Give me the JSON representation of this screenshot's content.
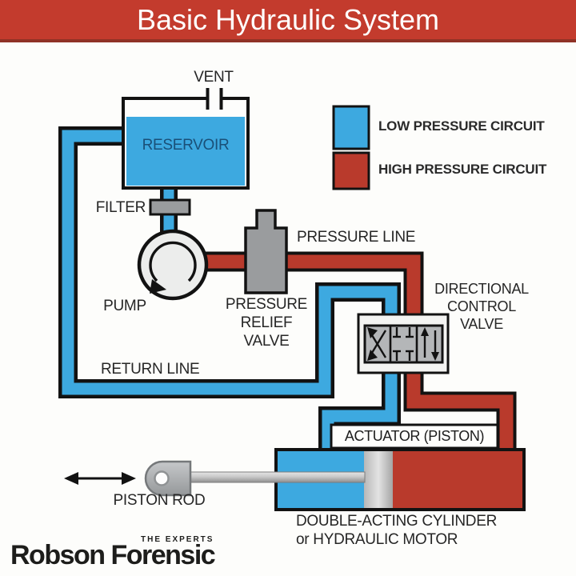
{
  "title": "Basic Hydraulic System",
  "legend": {
    "low": {
      "label": "LOW PRESSURE CIRCUIT",
      "color": "#3da9e0"
    },
    "high": {
      "label": "HIGH PRESSURE CIRCUIT",
      "color": "#b93a2c"
    }
  },
  "components": {
    "vent": "VENT",
    "reservoir": "RESERVOIR",
    "filter": "FILTER",
    "pump": "PUMP",
    "pressure_line": "PRESSURE LINE",
    "pressure_relief_valve": "PRESSURE RELIEF VALVE",
    "return_line": "RETURN LINE",
    "directional_control_valve": "DIRECTIONAL CONTROL VALVE",
    "actuator": "ACTUATOR (PISTON)",
    "piston_rod": "PISTON ROD",
    "cylinder_caption_line1": "DOUBLE-ACTING CYLINDER",
    "cylinder_caption_line2": "or HYDRAULIC MOTOR"
  },
  "branding": {
    "tagline": "THE EXPERTS",
    "name": "Robson Forensic"
  },
  "colors": {
    "header_bar": "#c33b2d",
    "low_pressure": "#3da9e0",
    "high_pressure": "#b93a2c",
    "component_gray": "#9a9c9e",
    "reservoir_text": "#1a5078",
    "outline": "#121212"
  }
}
